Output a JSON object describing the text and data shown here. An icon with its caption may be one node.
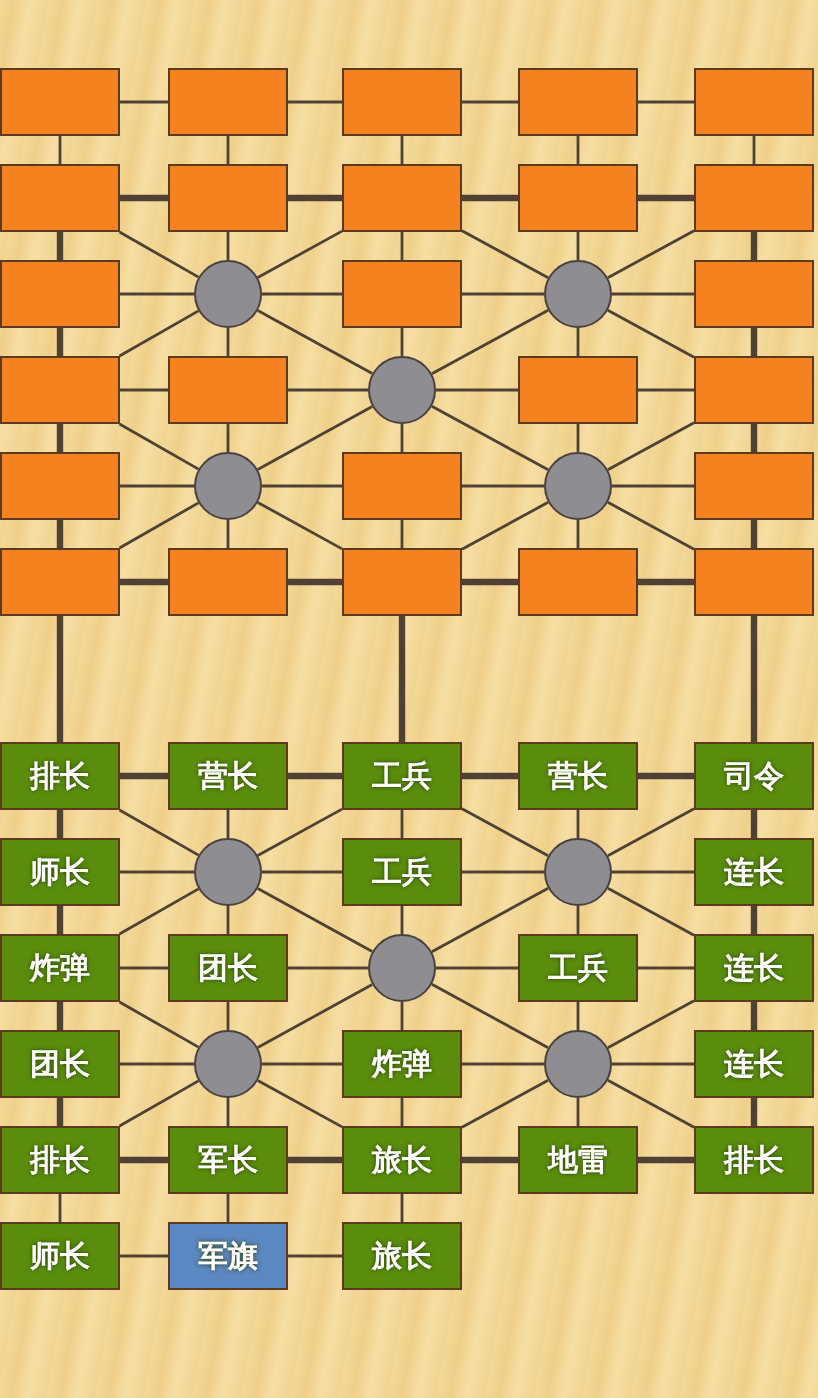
{
  "diagram": {
    "nodes": [
      {
        "text": [],
        "shape": "box"
      },
      {
        "text": [],
        "shape": "box"
      },
      {
        "text": [],
        "shape": "box"
      },
      {
        "text": [],
        "shape": "box"
      },
      {
        "text": [],
        "shape": "box"
      },
      {
        "text": [],
        "shape": "box"
      },
      {
        "text": [],
        "shape": "box"
      },
      {
        "text": [],
        "shape": "box"
      },
      {
        "text": [],
        "shape": "box"
      },
      {
        "text": [],
        "shape": "box"
      },
      {
        "text": [],
        "shape": "box"
      },
      {
        "text": [],
        "shape": "circle"
      },
      {
        "text": [],
        "shape": "box"
      },
      {
        "text": [],
        "shape": "circle"
      },
      {
        "text": [],
        "shape": "box"
      },
      {
        "text": [],
        "shape": "box"
      },
      {
        "text": [],
        "shape": "box"
      },
      {
        "text": [],
        "shape": "circle"
      },
      {
        "text": [],
        "shape": "box"
      },
      {
        "text": [],
        "shape": "box"
      },
      {
        "text": [],
        "shape": "box"
      },
      {
        "text": [],
        "shape": "circle"
      },
      {
        "text": [],
        "shape": "box"
      },
      {
        "text": [],
        "shape": "circle"
      },
      {
        "text": [],
        "shape": "box"
      },
      {
        "text": [],
        "shape": "box"
      },
      {
        "text": [],
        "shape": "box"
      },
      {
        "text": [],
        "shape": "box"
      },
      {
        "text": [],
        "shape": "box"
      },
      {
        "text": [],
        "shape": "box"
      },
      {
        "text": [
          "排长"
        ]
      },
      {
        "text": [
          "营长"
        ]
      },
      {
        "text": [
          "工兵"
        ]
      },
      {
        "text": [
          "营长"
        ]
      },
      {
        "text": [
          "司令"
        ]
      },
      {
        "text": [
          "师长"
        ]
      },
      {
        "text": [],
        "shape": "circle"
      },
      {
        "text": [
          "工兵"
        ]
      },
      {
        "text": [],
        "shape": "circle"
      },
      {
        "text": [
          "连长"
        ]
      },
      {
        "text": [
          "炸弹"
        ]
      },
      {
        "text": [
          "团长"
        ]
      },
      {
        "text": [],
        "shape": "circle"
      },
      {
        "text": [
          "工兵"
        ]
      },
      {
        "text": [
          "连长"
        ]
      },
      {
        "text": [
          "团长"
        ]
      },
      {
        "text": [],
        "shape": "circle"
      },
      {
        "text": [
          "炸弹"
        ]
      },
      {
        "text": [],
        "shape": "circle"
      },
      {
        "text": [
          "连长"
        ]
      },
      {
        "text": [
          "排长"
        ]
      },
      {
        "text": [
          "军长"
        ]
      },
      {
        "text": [
          "旅长"
        ]
      },
      {
        "text": [
          "地雷"
        ]
      },
      {
        "text": [
          "排长"
        ]
      },
      {
        "text": [
          "师长"
        ]
      },
      {
        "text": [
          "军旗"
        ]
      },
      {
        "text": [
          "旅长"
        ]
      }
    ],
    "edges": [
      {
        "from": 0,
        "to": 1,
        "arrow": "none"
      },
      {
        "from": 1,
        "to": 2,
        "arrow": "none"
      },
      {
        "from": 2,
        "to": 3,
        "arrow": "none"
      },
      {
        "from": 3,
        "to": 4,
        "arrow": "none"
      },
      {
        "from": 5,
        "to": 6,
        "arrow": "none",
        "style": "thick"
      },
      {
        "from": 6,
        "to": 7,
        "arrow": "none",
        "style": "thick"
      },
      {
        "from": 7,
        "to": 8,
        "arrow": "none",
        "style": "thick"
      },
      {
        "from": 8,
        "to": 9,
        "arrow": "none",
        "style": "thick"
      },
      {
        "from": 10,
        "to": 11,
        "arrow": "none"
      },
      {
        "from": 11,
        "to": 12,
        "arrow": "none"
      },
      {
        "from": 12,
        "to": 13,
        "arrow": "none"
      },
      {
        "from": 13,
        "to": 14,
        "arrow": "none"
      },
      {
        "from": 15,
        "to": 16,
        "arrow": "none"
      },
      {
        "from": 16,
        "to": 17,
        "arrow": "none"
      },
      {
        "from": 17,
        "to": 18,
        "arrow": "none"
      },
      {
        "from": 18,
        "to": 19,
        "arrow": "none"
      },
      {
        "from": 20,
        "to": 21,
        "arrow": "none"
      },
      {
        "from": 21,
        "to": 22,
        "arrow": "none"
      },
      {
        "from": 22,
        "to": 23,
        "arrow": "none"
      },
      {
        "from": 23,
        "to": 24,
        "arrow": "none"
      },
      {
        "from": 25,
        "to": 26,
        "arrow": "none",
        "style": "thick"
      },
      {
        "from": 26,
        "to": 27,
        "arrow": "none",
        "style": "thick"
      },
      {
        "from": 27,
        "to": 28,
        "arrow": "none",
        "style": "thick"
      },
      {
        "from": 28,
        "to": 29,
        "arrow": "none",
        "style": "thick"
      },
      {
        "from": 30,
        "to": 31,
        "arrow": "none",
        "style": "thick"
      },
      {
        "from": 31,
        "to": 32,
        "arrow": "none",
        "style": "thick"
      },
      {
        "from": 32,
        "to": 33,
        "arrow": "none",
        "style": "thick"
      },
      {
        "from": 33,
        "to": 34,
        "arrow": "none",
        "style": "thick"
      },
      {
        "from": 35,
        "to": 36,
        "arrow": "none"
      },
      {
        "from": 36,
        "to": 37,
        "arrow": "none"
      },
      {
        "from": 37,
        "to": 38,
        "arrow": "none"
      },
      {
        "from": 38,
        "to": 39,
        "arrow": "none"
      },
      {
        "from": 40,
        "to": 41,
        "arrow": "none"
      },
      {
        "from": 41,
        "to": 42,
        "arrow": "none"
      },
      {
        "from": 42,
        "to": 43,
        "arrow": "none"
      },
      {
        "from": 43,
        "to": 44,
        "arrow": "none"
      },
      {
        "from": 45,
        "to": 46,
        "arrow": "none"
      },
      {
        "from": 46,
        "to": 47,
        "arrow": "none"
      },
      {
        "from": 47,
        "to": 48,
        "arrow": "none"
      },
      {
        "from": 48,
        "to": 49,
        "arrow": "none"
      },
      {
        "from": 50,
        "to": 51,
        "arrow": "none",
        "style": "thick"
      },
      {
        "from": 51,
        "to": 52,
        "arrow": "none",
        "style": "thick"
      },
      {
        "from": 52,
        "to": 53,
        "arrow": "none",
        "style": "thick"
      },
      {
        "from": 53,
        "to": 54,
        "arrow": "none",
        "style": "thick"
      },
      {
        "from": 55,
        "to": 56,
        "arrow": "none"
      },
      {
        "from": 56,
        "to": 57,
        "arrow": "none"
      },
      {
        "from": 0,
        "to": 5,
        "arrow": "none"
      },
      {
        "from": 1,
        "to": 6,
        "arrow": "none"
      },
      {
        "from": 2,
        "to": 7,
        "arrow": "none"
      },
      {
        "from": 3,
        "to": 8,
        "arrow": "none"
      },
      {
        "from": 4,
        "to": 9,
        "arrow": "none"
      },
      {
        "from": 5,
        "to": 10,
        "arrow": "none",
        "style": "thick"
      },
      {
        "from": 6,
        "to": 11,
        "arrow": "none"
      },
      {
        "from": 7,
        "to": 12,
        "arrow": "none"
      },
      {
        "from": 8,
        "to": 13,
        "arrow": "none"
      },
      {
        "from": 9,
        "to": 14,
        "arrow": "none",
        "style": "thick"
      },
      {
        "from": 10,
        "to": 15,
        "arrow": "none",
        "style": "thick"
      },
      {
        "from": 11,
        "to": 16,
        "arrow": "none"
      },
      {
        "from": 12,
        "to": 17,
        "arrow": "none"
      },
      {
        "from": 13,
        "to": 18,
        "arrow": "none"
      },
      {
        "from": 14,
        "to": 19,
        "arrow": "none",
        "style": "thick"
      },
      {
        "from": 15,
        "to": 20,
        "arrow": "none",
        "style": "thick"
      },
      {
        "from": 16,
        "to": 21,
        "arrow": "none"
      },
      {
        "from": 17,
        "to": 22,
        "arrow": "none"
      },
      {
        "from": 18,
        "to": 23,
        "arrow": "none"
      },
      {
        "from": 19,
        "to": 24,
        "arrow": "none",
        "style": "thick"
      },
      {
        "from": 20,
        "to": 25,
        "arrow": "none",
        "style": "thick"
      },
      {
        "from": 21,
        "to": 26,
        "arrow": "none"
      },
      {
        "from": 22,
        "to": 27,
        "arrow": "none"
      },
      {
        "from": 23,
        "to": 28,
        "arrow": "none"
      },
      {
        "from": 24,
        "to": 29,
        "arrow": "none",
        "style": "thick"
      },
      {
        "from": 25,
        "to": 30,
        "arrow": "none",
        "style": "thick"
      },
      {
        "from": 27,
        "to": 32,
        "arrow": "none",
        "style": "thick"
      },
      {
        "from": 29,
        "to": 34,
        "arrow": "none",
        "style": "thick"
      },
      {
        "from": 30,
        "to": 35,
        "arrow": "none",
        "style": "thick"
      },
      {
        "from": 31,
        "to": 36,
        "arrow": "none"
      },
      {
        "from": 32,
        "to": 37,
        "arrow": "none"
      },
      {
        "from": 33,
        "to": 38,
        "arrow": "none"
      },
      {
        "from": 34,
        "to": 39,
        "arrow": "none",
        "style": "thick"
      },
      {
        "from": 35,
        "to": 40,
        "arrow": "none",
        "style": "thick"
      },
      {
        "from": 36,
        "to": 41,
        "arrow": "none"
      },
      {
        "from": 37,
        "to": 42,
        "arrow": "none"
      },
      {
        "from": 38,
        "to": 43,
        "arrow": "none"
      },
      {
        "from": 39,
        "to": 44,
        "arrow": "none",
        "style": "thick"
      },
      {
        "from": 40,
        "to": 45,
        "arrow": "none",
        "style": "thick"
      },
      {
        "from": 41,
        "to": 46,
        "arrow": "none"
      },
      {
        "from": 42,
        "to": 47,
        "arrow": "none"
      },
      {
        "from": 43,
        "to": 48,
        "arrow": "none"
      },
      {
        "from": 44,
        "to": 49,
        "arrow": "none",
        "style": "thick"
      },
      {
        "from": 45,
        "to": 50,
        "arrow": "none",
        "style": "thick"
      },
      {
        "from": 46,
        "to": 51,
        "arrow": "none"
      },
      {
        "from": 47,
        "to": 52,
        "arrow": "none"
      },
      {
        "from": 48,
        "to": 53,
        "arrow": "none"
      },
      {
        "from": 49,
        "to": 54,
        "arrow": "none",
        "style": "thick"
      },
      {
        "from": 50,
        "to": 55,
        "arrow": "none"
      },
      {
        "from": 51,
        "to": 56,
        "arrow": "none"
      },
      {
        "from": 52,
        "to": 57,
        "arrow": "none"
      },
      {
        "from": 11,
        "to": 5,
        "arrow": "none"
      },
      {
        "from": 11,
        "to": 7,
        "arrow": "none"
      },
      {
        "from": 11,
        "to": 15,
        "arrow": "none"
      },
      {
        "from": 11,
        "to": 17,
        "arrow": "none"
      },
      {
        "from": 13,
        "to": 7,
        "arrow": "none"
      },
      {
        "from": 13,
        "to": 9,
        "arrow": "none"
      },
      {
        "from": 13,
        "to": 17,
        "arrow": "none"
      },
      {
        "from": 13,
        "to": 19,
        "arrow": "none"
      },
      {
        "from": 17,
        "to": 21,
        "arrow": "none"
      },
      {
        "from": 17,
        "to": 23,
        "arrow": "none"
      },
      {
        "from": 21,
        "to": 15,
        "arrow": "none"
      },
      {
        "from": 21,
        "to": 25,
        "arrow": "none"
      },
      {
        "from": 21,
        "to": 27,
        "arrow": "none"
      },
      {
        "from": 23,
        "to": 19,
        "arrow": "none"
      },
      {
        "from": 23,
        "to": 27,
        "arrow": "none"
      },
      {
        "from": 23,
        "to": 29,
        "arrow": "none"
      },
      {
        "from": 36,
        "to": 30,
        "arrow": "none"
      },
      {
        "from": 36,
        "to": 32,
        "arrow": "none"
      },
      {
        "from": 36,
        "to": 40,
        "arrow": "none"
      },
      {
        "from": 36,
        "to": 42,
        "arrow": "none"
      },
      {
        "from": 38,
        "to": 32,
        "arrow": "none"
      },
      {
        "from": 38,
        "to": 34,
        "arrow": "none"
      },
      {
        "from": 38,
        "to": 42,
        "arrow": "none"
      },
      {
        "from": 38,
        "to": 44,
        "arrow": "none"
      },
      {
        "from": 42,
        "to": 46,
        "arrow": "none"
      },
      {
        "from": 42,
        "to": 48,
        "arrow": "none"
      },
      {
        "from": 46,
        "to": 40,
        "arrow": "none"
      },
      {
        "from": 46,
        "to": 50,
        "arrow": "none"
      },
      {
        "from": 46,
        "to": 52,
        "arrow": "none"
      },
      {
        "from": 48,
        "to": 44,
        "arrow": "none"
      },
      {
        "from": 48,
        "to": 52,
        "arrow": "none"
      },
      {
        "from": 48,
        "to": 54,
        "arrow": "none"
      }
    ]
  }
}
